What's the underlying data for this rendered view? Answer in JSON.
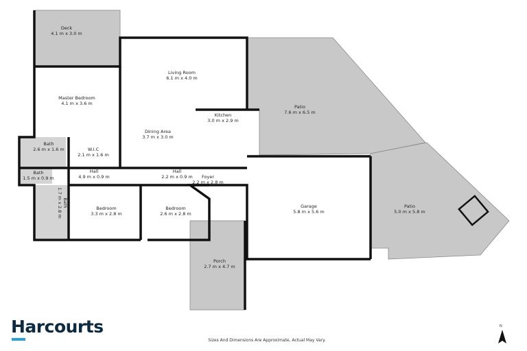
{
  "rooms": [
    {
      "name": "Deck",
      "dims": "4.1 m x 3.0 m"
    },
    {
      "name": "Living Room",
      "dims": "6.1 m x 4.0 m"
    },
    {
      "name": "Master Bedroom",
      "dims": "4.1 m x 3.6 m"
    },
    {
      "name": "Patio",
      "dims": "7.6 m x 6.5 m"
    },
    {
      "name": "Dining Area",
      "dims": "3.7 m x 3.0 m"
    },
    {
      "name": "Kitchen",
      "dims": "3.0 m x 2.9 m"
    },
    {
      "name": "Bath",
      "dims": "2.6 m x 1.6 m"
    },
    {
      "name": "W.I.C",
      "dims": "2.1 m x 1.6 m"
    },
    {
      "name": "Bath",
      "dims": "1.5 m x 0.9 m"
    },
    {
      "name": "Hall",
      "dims": "4.9 m x 0.9 m"
    },
    {
      "name": "Hall",
      "dims": "2.2 m x 0.9 m"
    },
    {
      "name": "Foyer",
      "dims": "2.2 m x 2.8 m"
    },
    {
      "name": "Bath",
      "dims": "1.7 m x 2.8 m"
    },
    {
      "name": "Bedroom",
      "dims": "3.3 m x 2.8 m"
    },
    {
      "name": "Bedroom",
      "dims": "2.6 m x 2.8 m"
    },
    {
      "name": "Garage",
      "dims": "5.8 m x 5.6 m"
    },
    {
      "name": "Patio",
      "dims": "5.0 m x 5.8 m"
    },
    {
      "name": "Porch",
      "dims": "2.7 m x 4.7 m"
    }
  ],
  "footer": {
    "brand": "Harcourts",
    "disclaimer": "Sizes And Dimensions Are Approximate, Actual May Vary.",
    "north_label": "N"
  },
  "colors": {
    "outdoor": "#c8c8c8",
    "wet_area": "#d4d4d4",
    "wall": "#111111",
    "brand": "#0d2a40",
    "brand_accent": "#2aa0dc"
  }
}
